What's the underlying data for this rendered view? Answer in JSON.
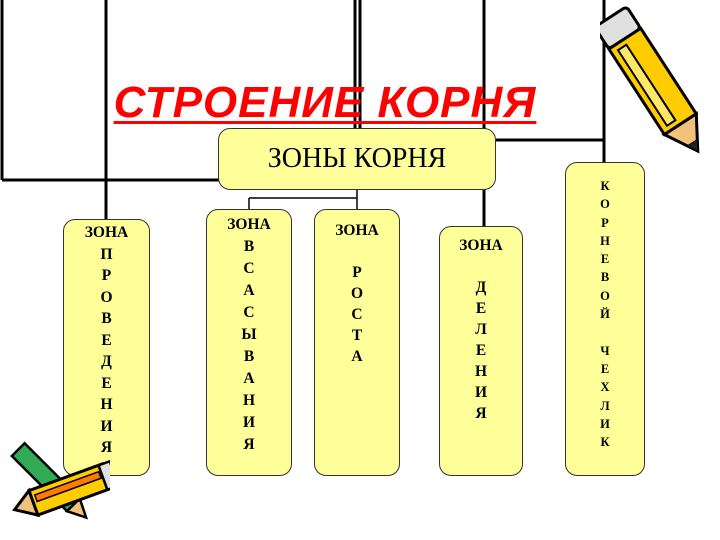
{
  "title": "СТРОЕНИЕ КОРНЯ",
  "header": "ЗОНЫ КОРНЯ",
  "zones": [
    {
      "id": "provedeniya",
      "lines": [
        "ЗОНА",
        "П",
        "Р",
        "О",
        "В",
        "Е",
        "Д",
        "Е",
        "Н",
        "И",
        "Я"
      ]
    },
    {
      "id": "vsasyvaniya",
      "lines": [
        "ЗОНА",
        "В",
        "С",
        "А",
        "С",
        "Ы",
        "В",
        "А",
        "Н",
        "И",
        "Я"
      ]
    },
    {
      "id": "rosta",
      "lines": [
        "ЗОНА",
        "",
        "Р",
        "О",
        "С",
        "Т",
        "А"
      ]
    },
    {
      "id": "deleniya",
      "lines": [
        "ЗОНА",
        "",
        "Д",
        "Е",
        "Л",
        "Е",
        "Н",
        "И",
        "Я"
      ]
    },
    {
      "id": "kornevoy-chehlik",
      "lines": [
        "К",
        "О",
        "Р",
        "Н",
        "Е",
        "В",
        "О",
        "Й",
        "",
        "Ч",
        "Е",
        "Х",
        "Л",
        "И",
        "К"
      ]
    }
  ],
  "colors": {
    "title": "#ff0000",
    "box_fill": "#ffff99",
    "stroke": "#000000"
  },
  "icons": [
    "pencil-icon-top-right",
    "pencils-icon-bottom-left"
  ]
}
